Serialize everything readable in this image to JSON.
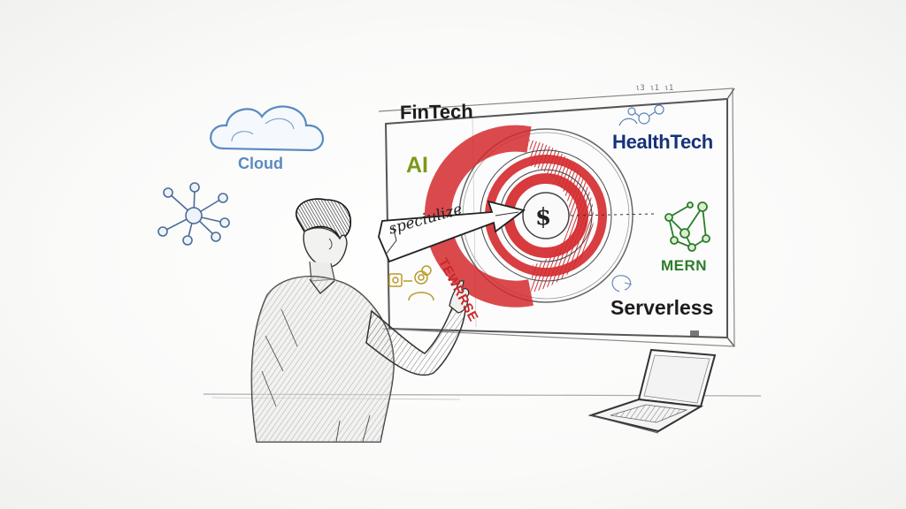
{
  "labels": {
    "fintech": "FinTech",
    "healthtech": "HealthTech",
    "ai": "AI",
    "cloud": "Cloud",
    "mern": "MERN",
    "serverless": "Serverless",
    "specialize": "speciulize",
    "stamp": "TEWRRSE",
    "board_scribble": "ι3 ι1 ι1"
  },
  "icons": {
    "cloud": "cloud-icon",
    "network": "network-hub-icon",
    "dollar": "dollar-sign-icon",
    "mern_graph": "node-graph-icon",
    "gear_person": "gear-person-icon",
    "laptop": "laptop-icon"
  },
  "colors": {
    "target_red": "#d42a2e",
    "cloud_blue": "#5a8ac0",
    "ai_green": "#7a9a18",
    "mern_green": "#2d7c2a",
    "health_navy": "#16327a",
    "stamp_red": "#c8282c",
    "pencil": "#333333"
  }
}
